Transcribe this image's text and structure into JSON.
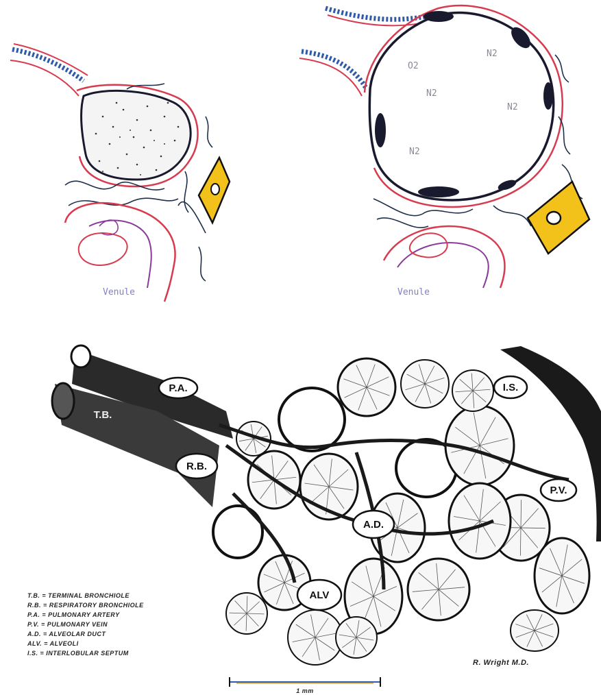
{
  "top_left_panel": {
    "venule_label": "Venule"
  },
  "top_right_panel": {
    "gas_labels": [
      "O2",
      "N2",
      "N2",
      "N2",
      "N2"
    ],
    "venule_label": "Venule"
  },
  "bottom_panel": {
    "structure_labels": {
      "pa": "P.A.",
      "tb": "T.B.",
      "rb": "R.B.",
      "is": "I.S.",
      "pv": "P.V.",
      "ad": "A.D.",
      "alv": "ALV"
    },
    "legend": [
      "T.B. = TERMINAL BRONCHIOLE",
      "R.B. = RESPIRATORY BRONCHIOLE",
      "P.A. = PULMONARY ARTERY",
      "P.V. = PULMONARY VEIN",
      "A.D. = ALVEOLAR DUCT",
      "ALV. = ALVEOLI",
      "I.S. = INTERLOBULAR SEPTUM"
    ],
    "signature": "R. Wright M.D.",
    "scale_bar_label": "1 mm"
  },
  "colors": {
    "membrane": "#d83a4e",
    "epithelium": "#2f5aa8",
    "cell": "#f2c21a",
    "venule_inner": "#8a3a9a",
    "ink": "#111111"
  }
}
